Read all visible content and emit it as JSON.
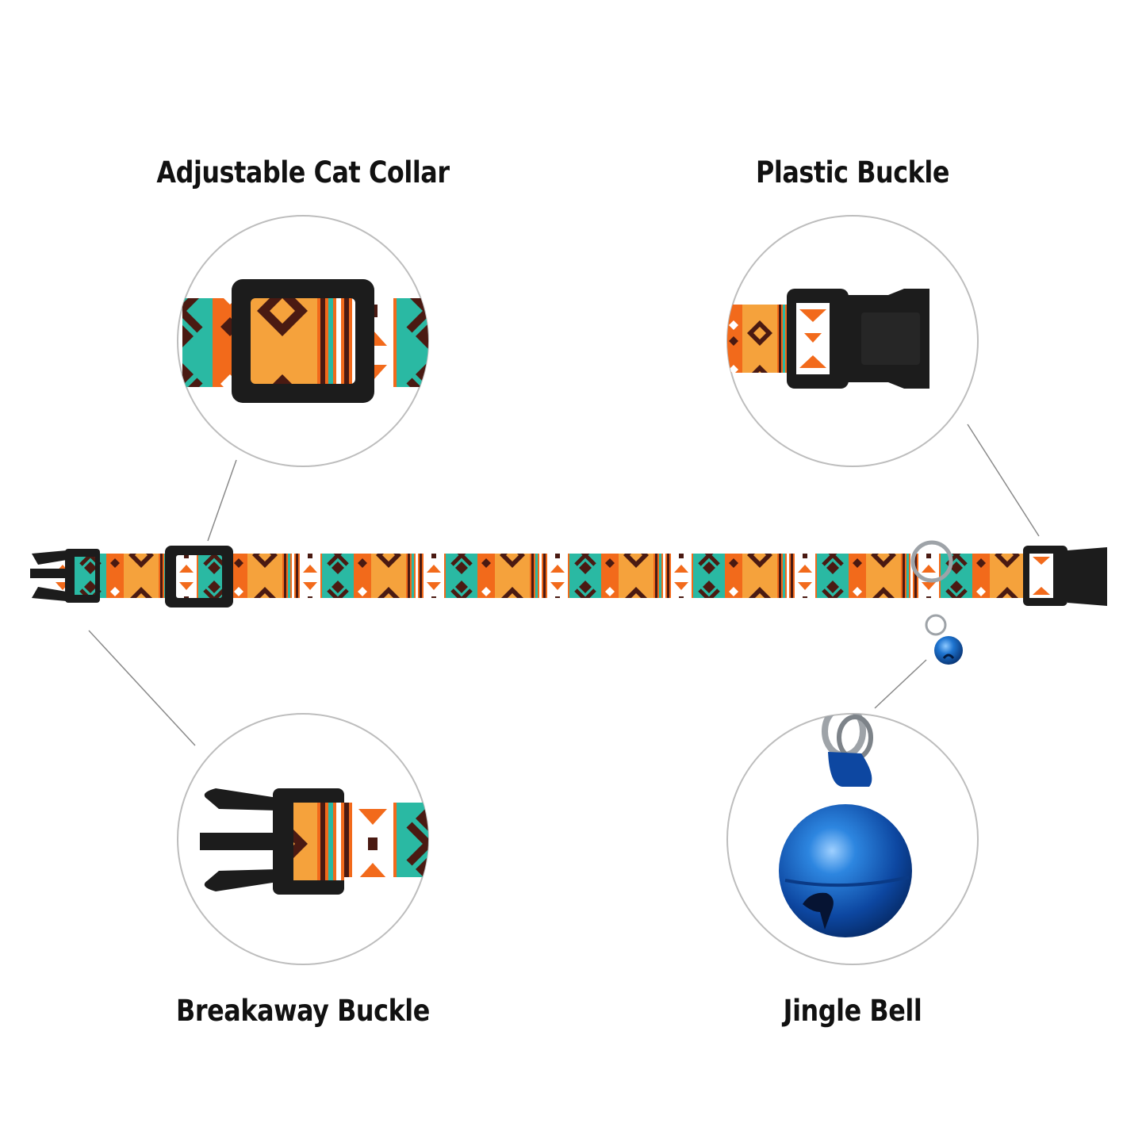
{
  "labels": {
    "adjustable_collar": "Adjustable Cat Collar",
    "plastic_buckle": "Plastic Buckle",
    "breakaway_buckle": "Breakaway Buckle",
    "jingle_bell": "Jingle Bell"
  },
  "colors": {
    "text": "#111111",
    "circle_outline": "#bdbdbd",
    "leader_line": "#8a8a8a",
    "buckle_black": "#1c1c1c",
    "pattern_orange": "#f26a1b",
    "pattern_light_orange": "#f5a23c",
    "pattern_teal": "#2ab9a3",
    "pattern_dark_brown": "#4a1a12",
    "pattern_white": "#ffffff",
    "bell_blue": "#1565c0",
    "ring_silver": "#9ea3a8"
  },
  "icons": {
    "adjustable_slider": "square-slider-icon",
    "plastic_buckle": "side-release-buckle-icon",
    "breakaway_buckle": "breakaway-buckle-icon",
    "jingle_bell": "bell-icon"
  }
}
